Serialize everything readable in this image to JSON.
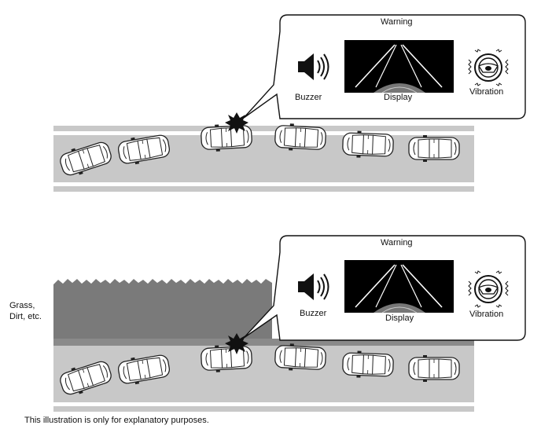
{
  "panels": [
    {
      "warning_title": "Warning",
      "buzzer_label": "Buzzer",
      "display_label": "Display",
      "vibration_label": "Vibration"
    },
    {
      "warning_title": "Warning",
      "buzzer_label": "Buzzer",
      "display_label": "Display",
      "vibration_label": "Vibration"
    }
  ],
  "side_label_line1": "Grass,",
  "side_label_line2": "Dirt, etc.",
  "caption": "This illustration is only for explanatory purposes.",
  "colors": {
    "road": "#c8c8c8",
    "grass": "#7a7a7a",
    "display_bg": "#000000"
  },
  "icons": [
    "speaker-icon",
    "steering-wheel-icon",
    "impact-burst-icon",
    "car-icon"
  ]
}
